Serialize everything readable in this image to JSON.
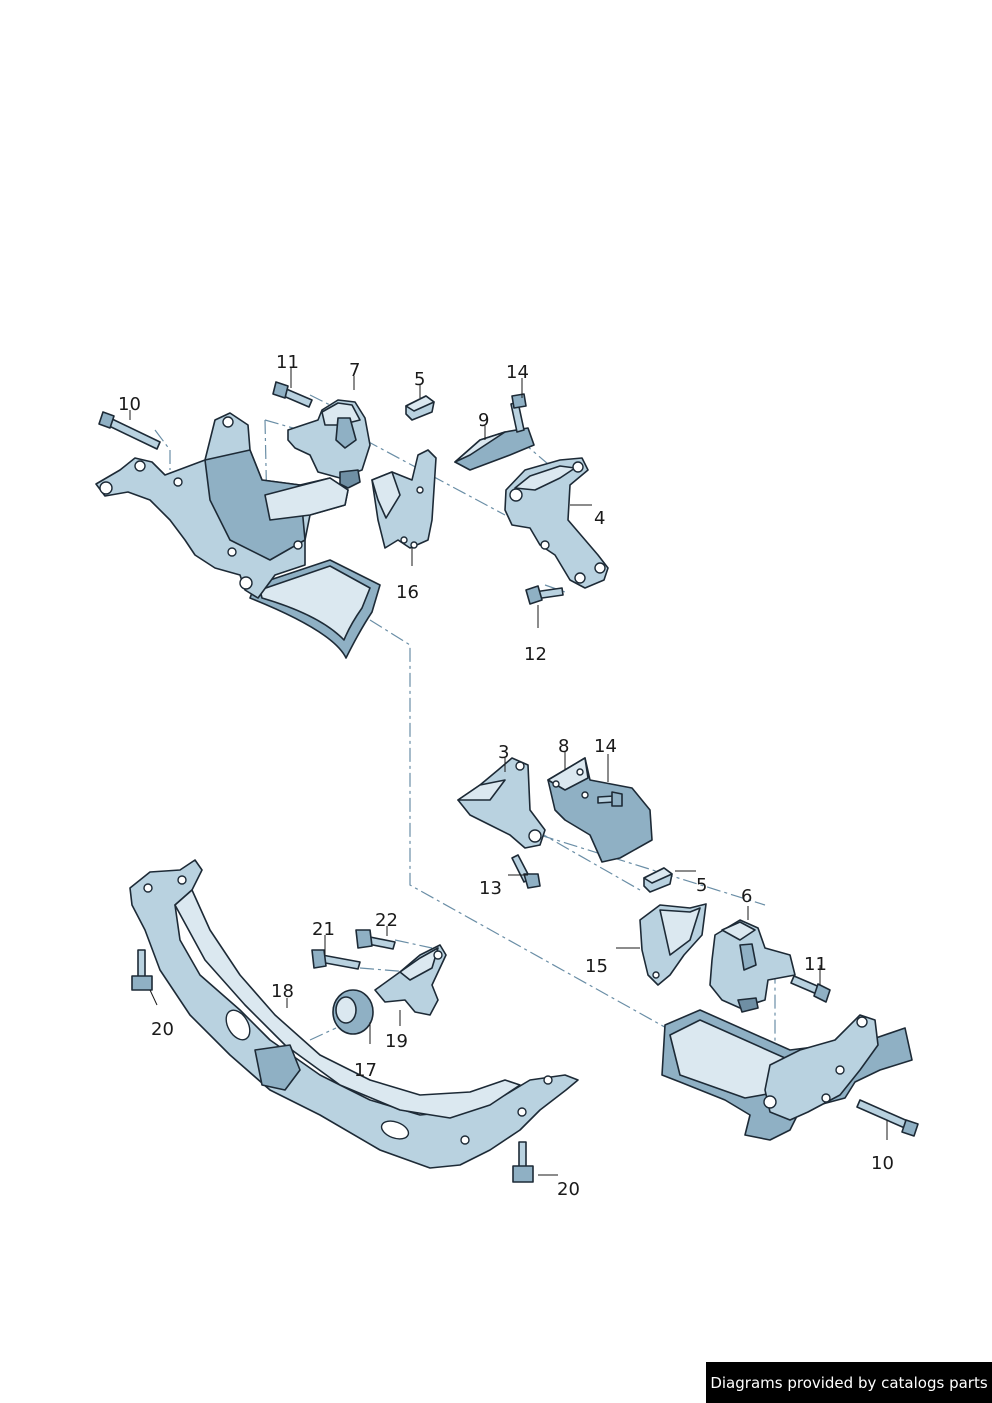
{
  "diagram": {
    "callouts": [
      {
        "id": "c11a",
        "label": "11"
      },
      {
        "id": "c7",
        "label": "7"
      },
      {
        "id": "c5a",
        "label": "5"
      },
      {
        "id": "c14a",
        "label": "14"
      },
      {
        "id": "c10a",
        "label": "10"
      },
      {
        "id": "c9",
        "label": "9"
      },
      {
        "id": "c4",
        "label": "4"
      },
      {
        "id": "c16",
        "label": "16"
      },
      {
        "id": "c12",
        "label": "12"
      },
      {
        "id": "c3",
        "label": "3"
      },
      {
        "id": "c8",
        "label": "8"
      },
      {
        "id": "c14b",
        "label": "14"
      },
      {
        "id": "c13",
        "label": "13"
      },
      {
        "id": "c5b",
        "label": "5"
      },
      {
        "id": "c6",
        "label": "6"
      },
      {
        "id": "c15",
        "label": "15"
      },
      {
        "id": "c11b",
        "label": "11"
      },
      {
        "id": "c21",
        "label": "21"
      },
      {
        "id": "c22",
        "label": "22"
      },
      {
        "id": "c18",
        "label": "18"
      },
      {
        "id": "c20a",
        "label": "20"
      },
      {
        "id": "c19",
        "label": "19"
      },
      {
        "id": "c17",
        "label": "17"
      },
      {
        "id": "c20b",
        "label": "20"
      },
      {
        "id": "c10b",
        "label": "10"
      }
    ]
  },
  "footer": {
    "credit": "Diagrams provided by catalogs parts"
  }
}
